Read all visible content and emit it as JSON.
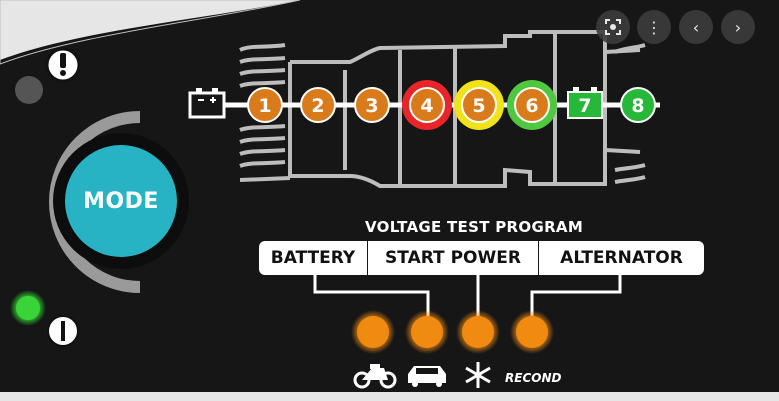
{
  "toolbar": {
    "lens_icon": "lens-icon",
    "more_icon": "more-vert-icon",
    "prev_icon": "chevron-left-icon",
    "next_icon": "chevron-right-icon",
    "prev_glyph": "‹",
    "next_glyph": "›",
    "more_glyph": "⋮"
  },
  "panel": {
    "mode_label": "MODE",
    "title": "VOLTAGE TEST PROGRAM",
    "categories": [
      "BATTERY",
      "START POWER",
      "ALTERNATOR"
    ],
    "recond_label": "RECOND",
    "steps": [
      {
        "label": "1",
        "color": "#d97b1b",
        "ring": null,
        "shape": "circle"
      },
      {
        "label": "2",
        "color": "#d97b1b",
        "ring": null,
        "shape": "circle"
      },
      {
        "label": "3",
        "color": "#d97b1b",
        "ring": null,
        "shape": "circle"
      },
      {
        "label": "4",
        "color": "#d97b1b",
        "ring": "#e8262a",
        "shape": "circle"
      },
      {
        "label": "5",
        "color": "#d97b1b",
        "ring": "#f2e21a",
        "shape": "circle"
      },
      {
        "label": "6",
        "color": "#d97b1b",
        "ring": "#4fc840",
        "shape": "circle"
      },
      {
        "label": "7",
        "color": "#27b83a",
        "ring": null,
        "shape": "battery"
      },
      {
        "label": "8",
        "color": "#27b83a",
        "ring": null,
        "shape": "circle"
      }
    ],
    "indicator_icons": [
      "motorcycle-icon",
      "car-icon",
      "snowflake-icon"
    ],
    "colors": {
      "mode_button": "#27b3c4",
      "orange_led": "#f08a10",
      "power_led": "#3ad43a",
      "panel_background": "#161616"
    }
  }
}
